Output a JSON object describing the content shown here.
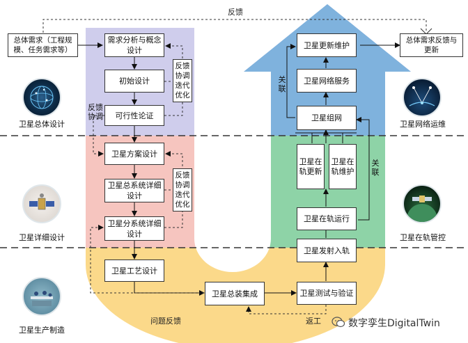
{
  "labels": {
    "feedback_top": "反馈",
    "need_left": "总体需求（工程规模、任务需求等）",
    "need_right": "总体需求反馈与更新",
    "req_analysis": "需求分析与概念设计",
    "initial_design": "初始设计",
    "feasibility": "可行性论证",
    "scheme_design": "卫星方案设计",
    "sys_detail": "卫星总系统详细设计",
    "subsys_detail": "卫星分系统详细设计",
    "process_design": "卫星工艺设计",
    "assembly": "卫星总装集成",
    "test_verify": "卫星测试与验证",
    "launch": "卫星发射入轨",
    "in_orbit_run": "卫星在轨运行",
    "in_orbit_update": "卫星在轨更新",
    "in_orbit_maint": "卫星在轨维护",
    "networking": "卫星组网",
    "net_service": "卫星网络服务",
    "update_maint": "卫星更新维护",
    "fb_iter_1": "反馈协调迭代优化",
    "fb_iter_2": "反馈协调迭代优化",
    "fb_coord": "反馈协调",
    "relate_1": "关联",
    "relate_2": "关联",
    "problem_fb": "问题反馈",
    "rework": "返工"
  },
  "stages": {
    "overall_design": "卫星总体设计",
    "detail_design": "卫星详细设计",
    "production": "卫星生产制造",
    "network_ops": "卫星网络运维",
    "orbit_control": "卫星在轨管控"
  },
  "watermark": "数字孪生DigitalTwin",
  "colors": {
    "design_band": "#cfcdec",
    "detail_band": "#f6c5bf",
    "production_band": "#fbd98a",
    "ops_band": "#7fb2dd",
    "orbit_band": "#8ed3a7"
  },
  "icons": [
    "globe-network-icon",
    "satellite-assembly-icon",
    "factory-workers-icon",
    "satellite-network-icon",
    "satellite-orbit-icon"
  ]
}
